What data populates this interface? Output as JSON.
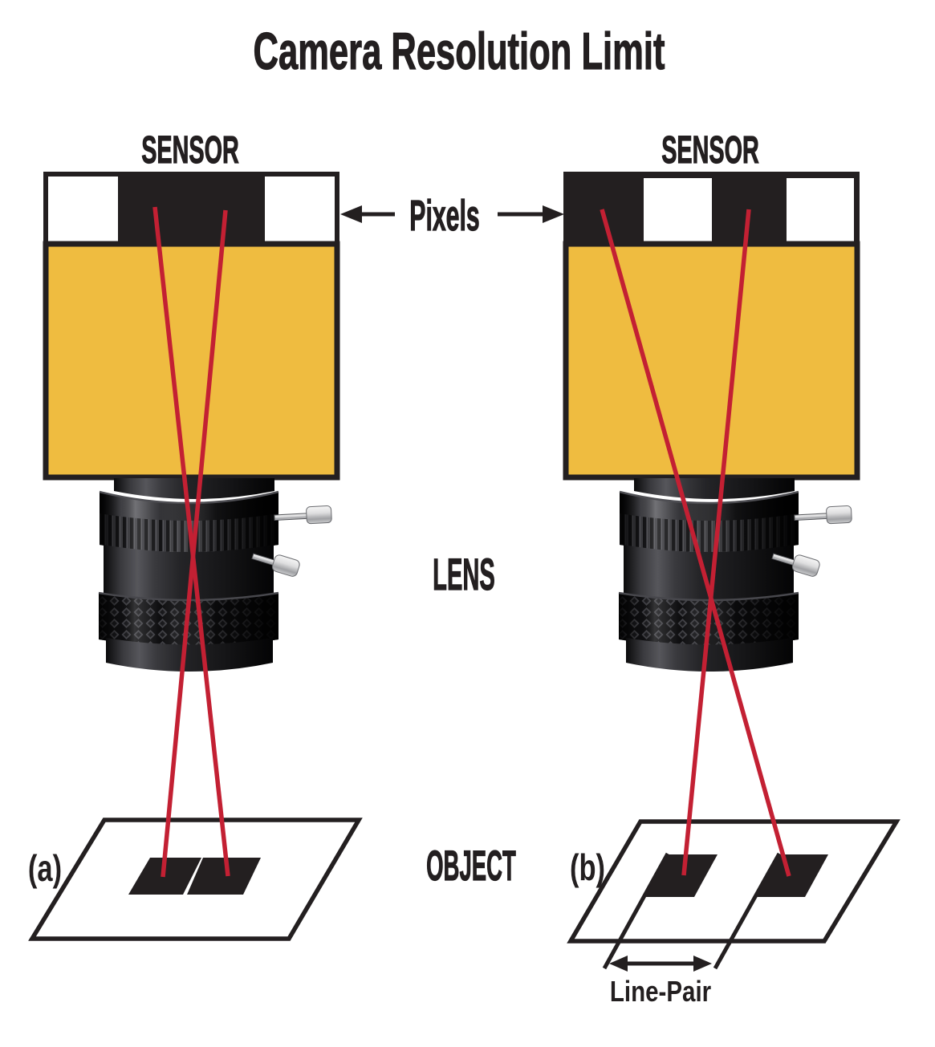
{
  "title": "Camera Resolution Limit",
  "colors": {
    "body_orange": "#EFBC40",
    "ray_red": "#C32033",
    "ink_black": "#231F20"
  },
  "labels": {
    "pixels": "Pixels",
    "lens": "LENS",
    "object": "OBJECT"
  },
  "camera_a": {
    "sensor_label": "SENSOR",
    "panel_label": "(a)",
    "pixel_pattern": [
      "white",
      "black",
      "white"
    ]
  },
  "camera_b": {
    "sensor_label": "SENSOR",
    "panel_label": "(b)",
    "line_pair_label": "Line-Pair",
    "pixel_pattern": [
      "black",
      "white",
      "black",
      "white"
    ]
  }
}
